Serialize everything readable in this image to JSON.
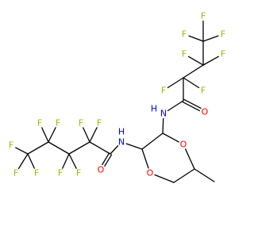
{
  "diagram": {
    "type": "skeletal-structure",
    "colors": {
      "bond": "#000000",
      "F": "#8fc000",
      "N": "#0000ff",
      "O": "#ff0000",
      "H": "#0000ff"
    },
    "atom_text": {
      "F": "F",
      "N": "N",
      "O": "O",
      "H": "H"
    }
  }
}
